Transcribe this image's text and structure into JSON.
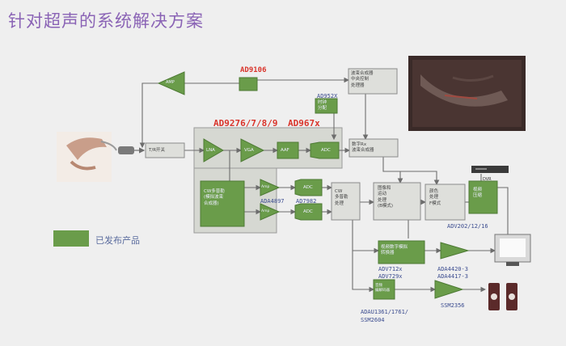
{
  "title": "针对超声的系统解决方案",
  "legend": {
    "label": "已发布产品",
    "color": "#6a9c4a"
  },
  "parts": {
    "ad9106": "AD9106",
    "ad9276": "AD9276/7/8/9",
    "ad967x": "AD967x",
    "ad952x": "AD952X",
    "ada4897": "ADA4897",
    "ad7982": "AD7982",
    "adv202": "ADV202/12/16",
    "adv712": "ADV712x",
    "adv729": "ADV729x",
    "ada4420": "ADA4420-3",
    "ada4417": "ADA4417-3",
    "adau1361": "ADAU1361/1761/",
    "ssm2604": "SSM2604",
    "ssm2356": "SSM2356"
  },
  "blocks": {
    "amp_tx": "AMP",
    "tr_switch": "T/R开关",
    "lna": "LNA",
    "vga": "VGA",
    "aaf": "AAF",
    "adc": "ADC",
    "beamformer": [
      "波束合成器",
      "中央控制",
      "处理器"
    ],
    "clock": [
      "时钟",
      "分配"
    ],
    "digital_rx": [
      "数字Rx",
      "波束合成器"
    ],
    "cw_mixer": [
      "CW多普勒",
      "(模拟波束",
      "合成器)"
    ],
    "cw_proc": [
      "CW",
      "多普勒",
      "处理"
    ],
    "image_proc": [
      "图像和",
      "运动",
      "处理",
      "(B模式)"
    ],
    "color_proc": [
      "颜色",
      "处理",
      "F模式"
    ],
    "dvr": "DVR",
    "compress": [
      "视频",
      "压缩"
    ],
    "video_encoder": [
      "视频数字模拟",
      "转换器"
    ],
    "audio_codec": [
      "音频",
      "编解码器"
    ],
    "amp_small": "Amp",
    "adc_small": "ADC"
  }
}
